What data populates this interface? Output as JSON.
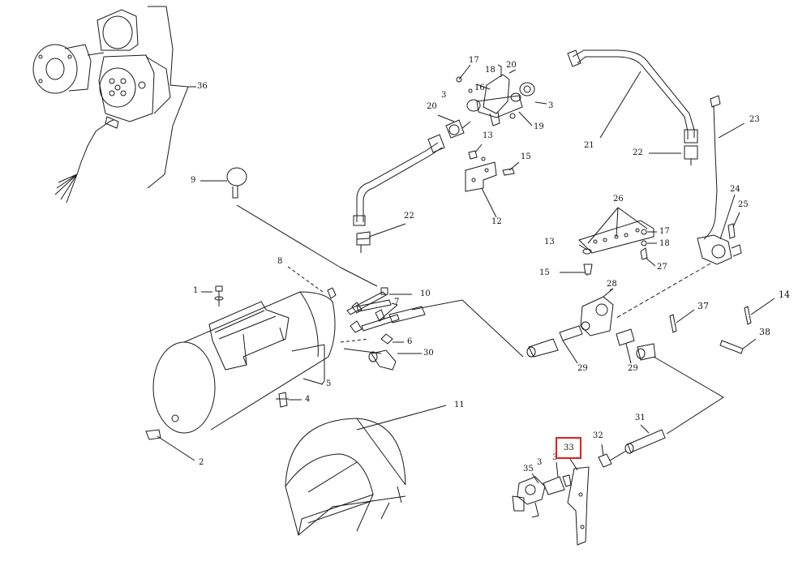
{
  "diagram": {
    "callouts": [
      "36",
      "9",
      "17",
      "18",
      "20",
      "3",
      "16",
      "13",
      "19",
      "15",
      "12",
      "21",
      "22",
      "23",
      "26",
      "24",
      "25",
      "17",
      "13",
      "18",
      "15",
      "27",
      "28",
      "8",
      "1",
      "10",
      "7",
      "6",
      "37",
      "14",
      "38",
      "29",
      "29",
      "30",
      "5",
      "4",
      "2",
      "11",
      "31",
      "32",
      "33",
      "35",
      "3",
      "3",
      "3",
      "20",
      "22"
    ],
    "highlighted_callout": "33",
    "highlight_color": "#e0201b",
    "line_color": "#1a1a1a"
  }
}
